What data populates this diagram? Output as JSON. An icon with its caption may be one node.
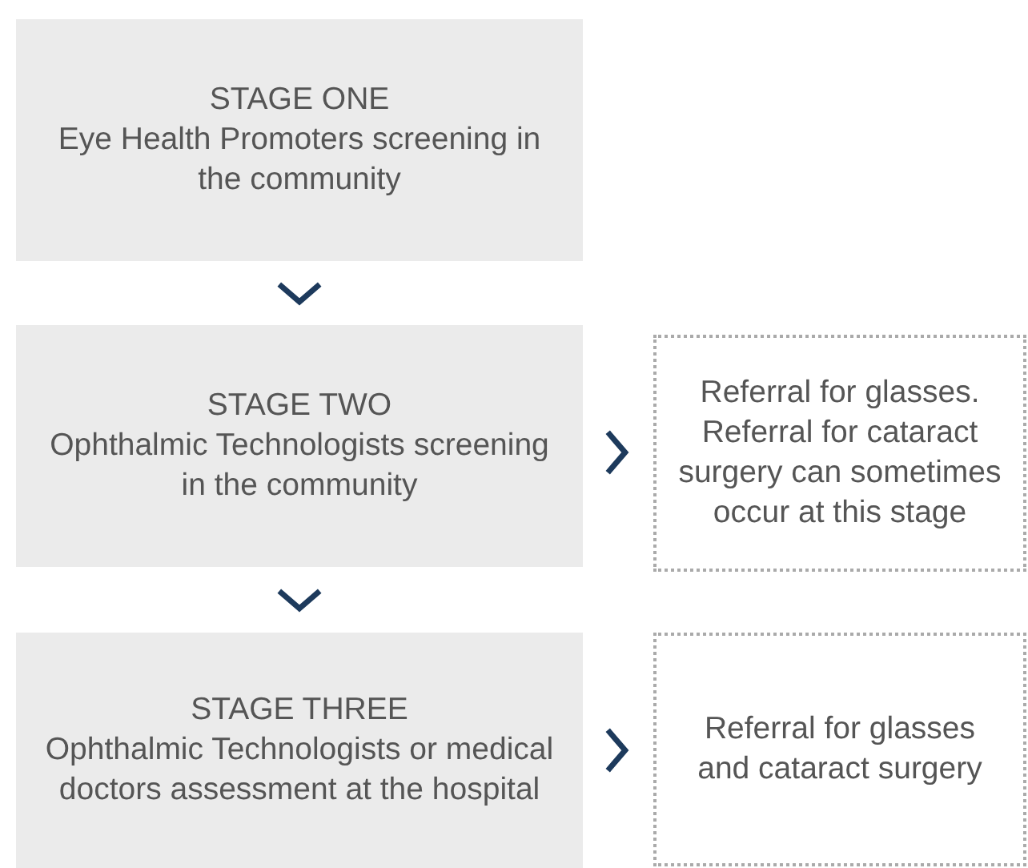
{
  "diagram": {
    "nodes": [
      {
        "text": [
          "STAGE ONE",
          "Eye Health Promoters screening in the community"
        ]
      },
      {
        "text": [
          "STAGE TWO",
          "Ophthalmic Technologists screening in the community"
        ]
      },
      {
        "text": [
          "Referral for glasses. Referral for cataract surgery can sometimes occur at this stage"
        ]
      },
      {
        "text": [
          "STAGE THREE",
          "Ophthalmic Technologists or medical doctors assessment at the hospital"
        ]
      },
      {
        "text": [
          "Referral for glasses and cataract surgery"
        ]
      }
    ],
    "edges": [
      {
        "from": 0,
        "to": 1,
        "arrow": "to"
      },
      {
        "from": 1,
        "to": 2,
        "arrow": "to"
      },
      {
        "from": 1,
        "to": 3,
        "arrow": "to"
      },
      {
        "from": 3,
        "to": 4,
        "arrow": "to"
      }
    ]
  }
}
